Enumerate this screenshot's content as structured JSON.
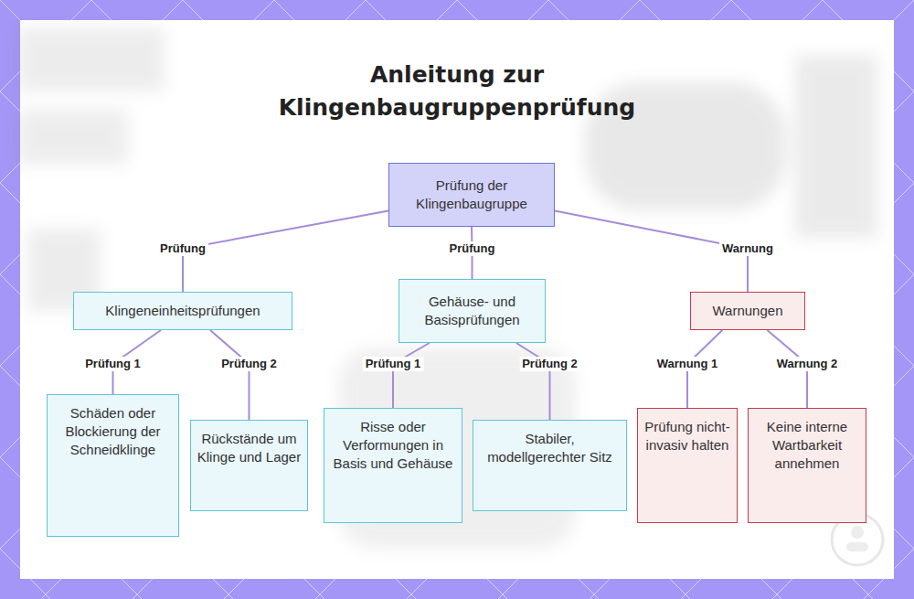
{
  "diagram": {
    "title": "Anleitung zur Klingenbaugruppenprüfung",
    "nodes": [
      {
        "text": [
          "Prüfung der Klingenbaugruppe"
        ]
      },
      {
        "text": [
          "Klingeneinheitsprüfungen"
        ]
      },
      {
        "text": [
          "Gehäuse- und Basisprüfungen"
        ]
      },
      {
        "text": [
          "Warnungen"
        ]
      },
      {
        "text": [
          "Schäden oder Blockierung der Schneidklinge"
        ]
      },
      {
        "text": [
          "Rückstände um Klinge und Lager"
        ]
      },
      {
        "text": [
          "Risse oder Verformungen in Basis und Gehäuse"
        ]
      },
      {
        "text": [
          "Stabiler, modellgerechter Sitz"
        ]
      },
      {
        "text": [
          "Prüfung nicht-invasiv halten"
        ]
      },
      {
        "text": [
          "Keine interne Wartbarkeit annehmen"
        ]
      }
    ],
    "edges": [
      {
        "from": 0,
        "to": 1,
        "arrow": "none",
        "label": "Prüfung"
      },
      {
        "from": 0,
        "to": 2,
        "arrow": "none",
        "label": "Prüfung"
      },
      {
        "from": 0,
        "to": 3,
        "arrow": "none",
        "label": "Warnung"
      },
      {
        "from": 1,
        "to": 4,
        "arrow": "none",
        "label": "Prüfung 1"
      },
      {
        "from": 1,
        "to": 5,
        "arrow": "none",
        "label": "Prüfung 2"
      },
      {
        "from": 2,
        "to": 6,
        "arrow": "none",
        "label": "Prüfung 1"
      },
      {
        "from": 2,
        "to": 7,
        "arrow": "none",
        "label": "Prüfung 2"
      },
      {
        "from": 3,
        "to": 8,
        "arrow": "none",
        "label": "Warnung 1"
      },
      {
        "from": 3,
        "to": 9,
        "arrow": "none",
        "label": "Warnung 2"
      }
    ]
  }
}
